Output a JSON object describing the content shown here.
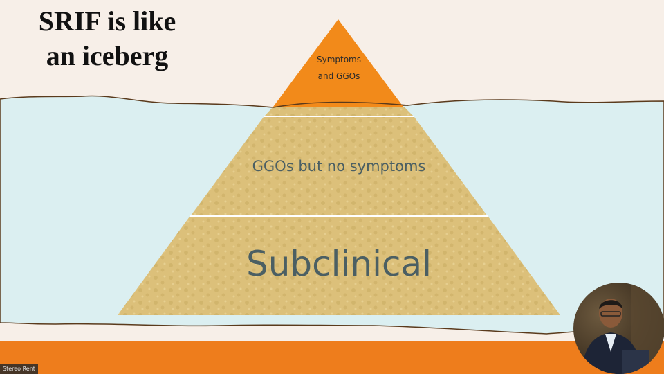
{
  "slide": {
    "title_line1": "SRIF is like",
    "title_line2": "an iceberg",
    "tiers": {
      "tip_line1": "Symptoms",
      "tip_line2": "and GGOs",
      "middle": "GGOs but no symptoms",
      "base": "Subclinical"
    }
  },
  "participant": {
    "name_tag": "Stereo Rent"
  },
  "colors": {
    "tip": "#f28a1a",
    "pyramid": "#dcc07a",
    "water": "#dbeff1",
    "bar": "#ee7d1c"
  }
}
